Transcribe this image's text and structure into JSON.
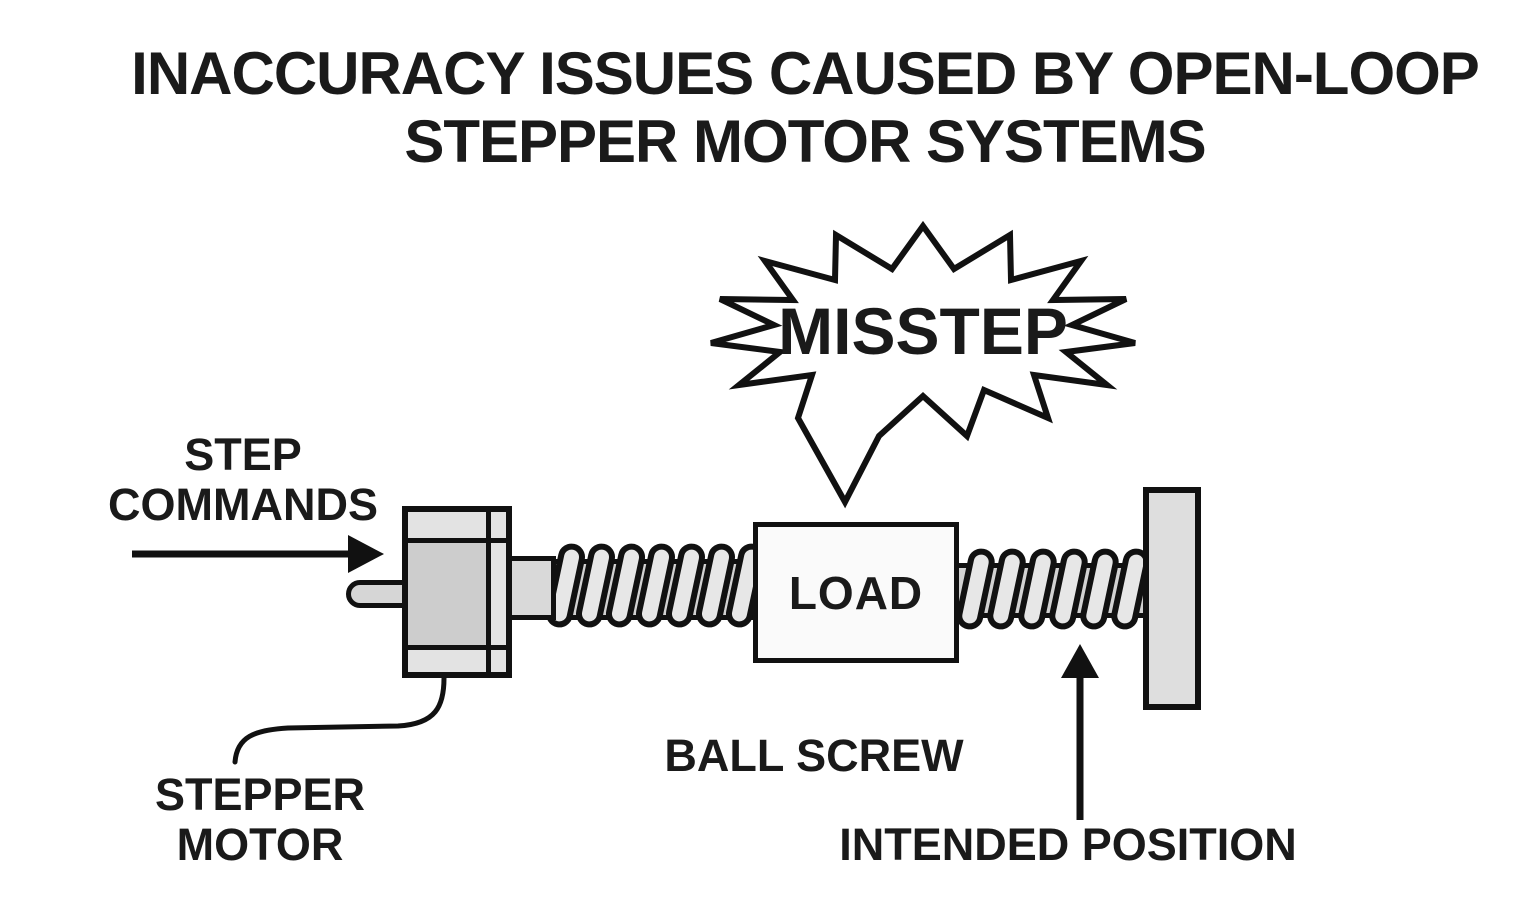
{
  "title": {
    "line1": "INACCURACY ISSUES CAUSED BY OPEN-LOOP",
    "line2": "STEPPER MOTOR SYSTEMS"
  },
  "callout": {
    "label": "MISSTEP"
  },
  "machine": {
    "load_label": "LOAD"
  },
  "annotations": {
    "step_commands": {
      "line1": "STEP",
      "line2": "COMMANDS"
    },
    "stepper_motor": {
      "line1": "STEPPER",
      "line2": "MOTOR"
    },
    "ball_screw": {
      "label": "BALL SCREW"
    },
    "intended_position": {
      "label": "INTENDED POSITION"
    }
  },
  "colors": {
    "ink": "#1a1a1a",
    "outline": "#111111",
    "bubble_fill": "#ffffff",
    "motor_body": "#cdcdcd",
    "motor_trim": "#e3e3e3",
    "screw_light": "#e7e7e7",
    "shaft_light": "#d2d2d2",
    "shaft_dark": "#a9a9a9",
    "support": "#dedede",
    "load_fill": "#fafafa"
  }
}
